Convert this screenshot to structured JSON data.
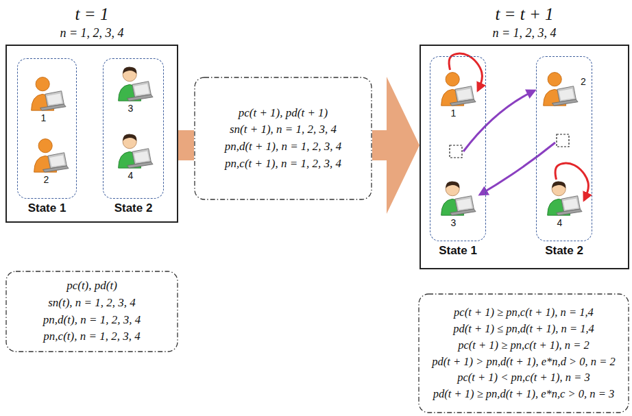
{
  "diagram": {
    "nodes": [
      {
        "text": [
          "t = 1",
          "n = 1, 2, 3, 4"
        ]
      },
      {
        "text": [
          "State 1"
        ],
        "in": 0
      },
      {
        "text": [
          "State 2"
        ],
        "in": 0
      },
      {
        "text": [
          "1"
        ],
        "in": 1
      },
      {
        "text": [
          "2"
        ],
        "in": 1
      },
      {
        "text": [
          "3"
        ],
        "in": 2
      },
      {
        "text": [
          "4"
        ],
        "in": 2
      },
      {
        "text": [
          "pc(t), pd(t)",
          "sn(t), n = 1, 2, 3, 4",
          "pn,d(t), n = 1, 2, 3, 4",
          "pn,c(t), n = 1, 2, 3, 4"
        ]
      },
      {
        "text": [
          "pc(t + 1), pd(t + 1)",
          "sn(t + 1), n = 1, 2, 3, 4",
          "pn,d(t + 1), n = 1, 2, 3, 4",
          "pn,c(t + 1), n = 1, 2, 3, 4"
        ]
      },
      {
        "text": [
          "t = t + 1",
          "n = 1, 2, 3, 4"
        ]
      },
      {
        "text": [
          "State 1"
        ],
        "in": 9
      },
      {
        "text": [
          "State 2"
        ],
        "in": 9
      },
      {
        "text": [
          "1"
        ],
        "in": 10
      },
      {
        "text": [
          "3"
        ],
        "in": 10
      },
      {
        "text": [
          "2"
        ],
        "in": 11
      },
      {
        "text": [
          "4"
        ],
        "in": 11
      },
      {
        "text": [
          "pc(t + 1) ≥ pn,c(t + 1), n = 1,4",
          "pd(t + 1) ≤ pn,d(t + 1), n = 1,4",
          "pc(t + 1) ≥ pn,c(t + 1), n = 2",
          "pd(t + 1) > pn,d(t + 1), e*n,d > 0, n = 2",
          "pc(t + 1) < pn,c(t + 1), n = 3",
          "pd(t + 1) ≥ pn,d(t + 1), e*n,c > 0, n = 3"
        ]
      }
    ],
    "edges": [
      {
        "from": 0,
        "to": 9,
        "arrow": "to"
      },
      {
        "from": 12,
        "to": 12,
        "arrow": "to"
      },
      {
        "from": 15,
        "to": 15,
        "arrow": "to"
      }
    ]
  }
}
